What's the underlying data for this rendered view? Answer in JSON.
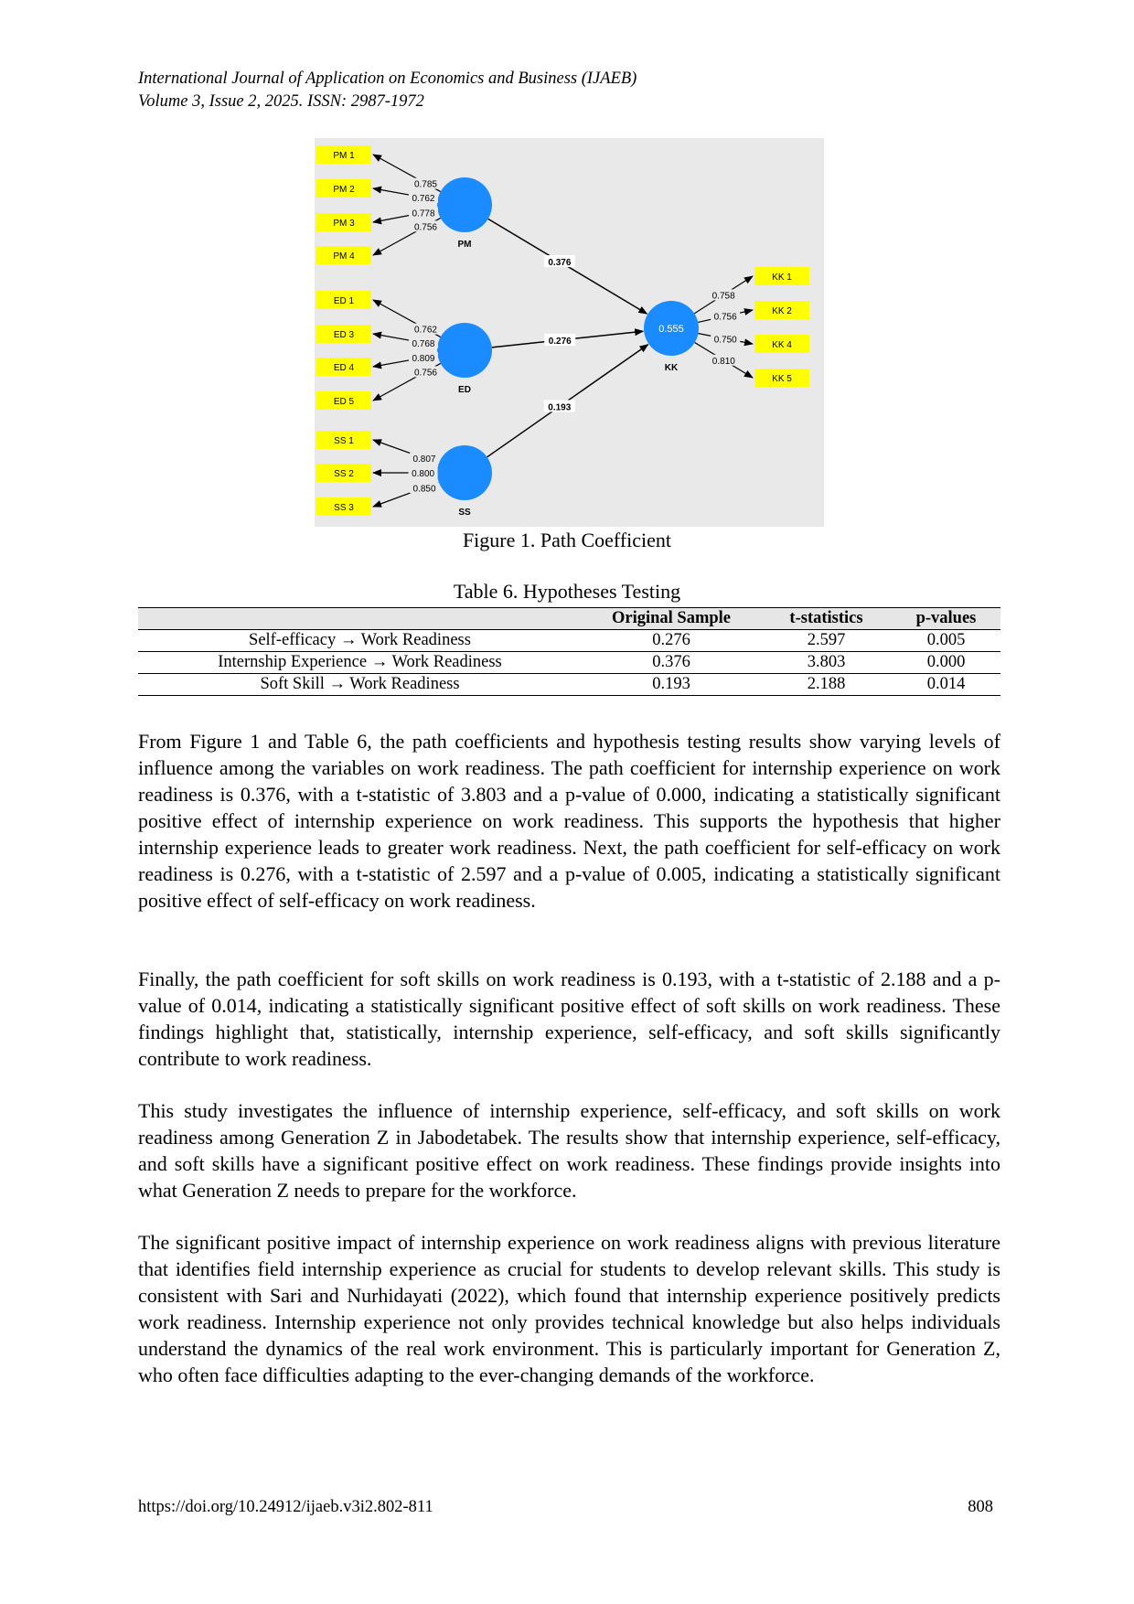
{
  "header": {
    "journal": "International Journal of Application on Economics and Business (IJAEB)",
    "volume": "Volume 3, Issue 2, 2025. ISSN: 2987-1972"
  },
  "figure": {
    "caption": "Figure 1. Path Coefficient",
    "constructs": [
      {
        "id": "PM",
        "label": "PM",
        "r2": ""
      },
      {
        "id": "ED",
        "label": "ED",
        "r2": ""
      },
      {
        "id": "SS",
        "label": "SS",
        "r2": ""
      },
      {
        "id": "KK",
        "label": "KK",
        "r2": "0.555"
      }
    ],
    "indicators": [
      {
        "construct": "PM",
        "label": "PM 1",
        "loading": "0.785"
      },
      {
        "construct": "PM",
        "label": "PM 2",
        "loading": "0.762"
      },
      {
        "construct": "PM",
        "label": "PM 3",
        "loading": "0.778"
      },
      {
        "construct": "PM",
        "label": "PM 4",
        "loading": "0.756"
      },
      {
        "construct": "ED",
        "label": "ED 1",
        "loading": "0.762"
      },
      {
        "construct": "ED",
        "label": "ED 3",
        "loading": "0.768"
      },
      {
        "construct": "ED",
        "label": "ED 4",
        "loading": "0.809"
      },
      {
        "construct": "ED",
        "label": "ED 5",
        "loading": "0.756"
      },
      {
        "construct": "SS",
        "label": "SS 1",
        "loading": "0.807"
      },
      {
        "construct": "SS",
        "label": "SS 2",
        "loading": "0.800"
      },
      {
        "construct": "SS",
        "label": "SS 3",
        "loading": "0.850"
      },
      {
        "construct": "KK",
        "label": "KK 1",
        "loading": "0.758"
      },
      {
        "construct": "KK",
        "label": "KK 2",
        "loading": "0.756"
      },
      {
        "construct": "KK",
        "label": "KK 4",
        "loading": "0.750"
      },
      {
        "construct": "KK",
        "label": "KK 5",
        "loading": "0.810"
      }
    ],
    "paths": [
      {
        "from": "PM",
        "to": "KK",
        "coef": "0.376"
      },
      {
        "from": "ED",
        "to": "KK",
        "coef": "0.276"
      },
      {
        "from": "SS",
        "to": "KK",
        "coef": "0.193"
      }
    ],
    "colors": {
      "construct": "#1a8cff",
      "indicator": "#ffff00",
      "background": "#e9e9e9"
    }
  },
  "table": {
    "caption": "Table 6. Hypotheses Testing",
    "headers": [
      "",
      "Original Sample",
      "t-statistics",
      "p-values"
    ],
    "rows": [
      [
        "Self-efficacy → Work Readiness",
        "0.276",
        "2.597",
        "0.005"
      ],
      [
        "Internship Experience → Work Readiness",
        "0.376",
        "3.803",
        "0.000"
      ],
      [
        "Soft Skill → Work Readiness",
        "0.193",
        "2.188",
        "0.014"
      ]
    ]
  },
  "paragraphs": [
    "From Figure 1 and Table 6, the path coefficients and hypothesis testing results show varying levels of influence among the variables on work readiness. The path coefficient for internship experience on work readiness is 0.376, with a t-statistic of 3.803 and a p-value of 0.000, indicating a statistically significant positive effect of internship experience on work readiness. This supports the hypothesis that higher internship experience leads to greater work readiness. Next, the path coefficient for self-efficacy on work readiness is 0.276, with a t-statistic of 2.597 and a p-value of 0.005, indicating a statistically significant positive effect of self-efficacy on work readiness.",
    "Finally, the path coefficient for soft skills on work readiness is 0.193, with a t-statistic of 2.188 and a p-value of 0.014, indicating a statistically significant positive effect of soft skills on work readiness. These findings highlight that, statistically, internship experience, self-efficacy, and soft skills significantly contribute to work readiness.",
    "This study investigates the influence of internship experience, self-efficacy, and soft skills on work readiness among Generation Z in Jabodetabek. The results show that internship experience, self-efficacy, and soft skills have a significant positive effect on work readiness. These findings provide insights into what Generation Z needs to prepare for the workforce.",
    "The significant positive impact of internship experience on work readiness aligns with previous literature that identifies field internship experience as crucial for students to develop relevant skills. This study is consistent with Sari and Nurhidayati (2022), which found that internship experience positively predicts work readiness. Internship experience not only provides technical knowledge but also helps individuals understand the dynamics of the real work environment. This is particularly important for Generation Z, who often face difficulties adapting to the ever-changing demands of the workforce."
  ],
  "footer": {
    "doi": "https://doi.org/10.24912/ijaeb.v3i2.802-811",
    "page": "808"
  }
}
